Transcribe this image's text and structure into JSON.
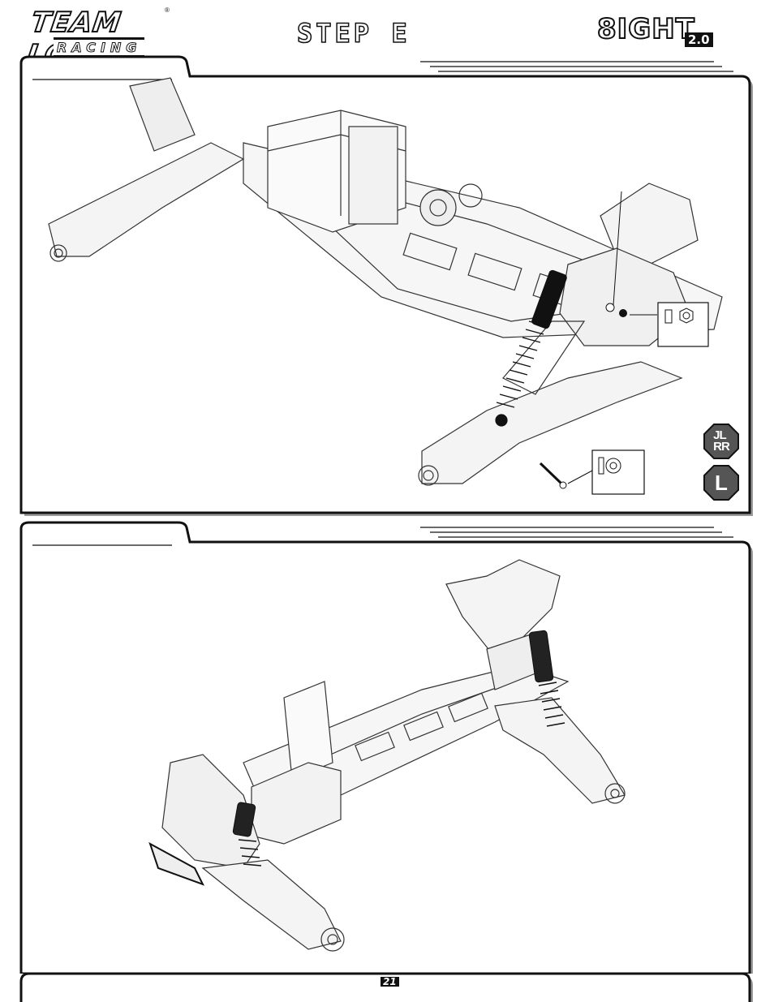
{
  "header": {
    "brand_top": "TEAM LOSI",
    "brand_sub": "RACING",
    "step_title": "STEP E",
    "product_name": "8IGHT",
    "product_version": "2.0"
  },
  "badges": [
    {
      "icon": "jr-swap-icon",
      "label": "JL RR"
    },
    {
      "icon": "left-side-icon",
      "label": "L"
    }
  ],
  "footer": {
    "page_number": "21"
  },
  "colors": {
    "ink": "#111111",
    "panel_shadow": "#9a9a9a",
    "paper": "#ffffff"
  }
}
